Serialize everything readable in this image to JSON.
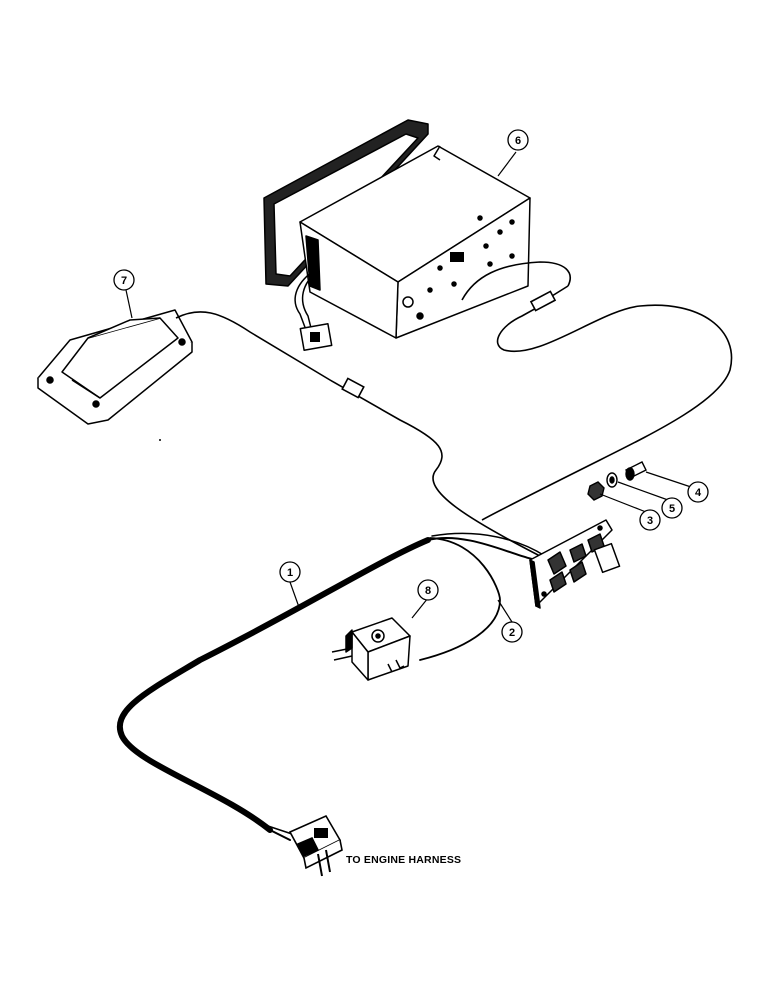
{
  "diagram": {
    "callouts": [
      {
        "id": "harness",
        "label": "1"
      },
      {
        "id": "switch-panel",
        "label": "2"
      },
      {
        "id": "nut",
        "label": "3"
      },
      {
        "id": "screw",
        "label": "4"
      },
      {
        "id": "washer",
        "label": "5"
      },
      {
        "id": "radio",
        "label": "6"
      },
      {
        "id": "speaker",
        "label": "7"
      },
      {
        "id": "switch",
        "label": "8"
      }
    ],
    "harness_label": "TO ENGINE HARNESS"
  }
}
